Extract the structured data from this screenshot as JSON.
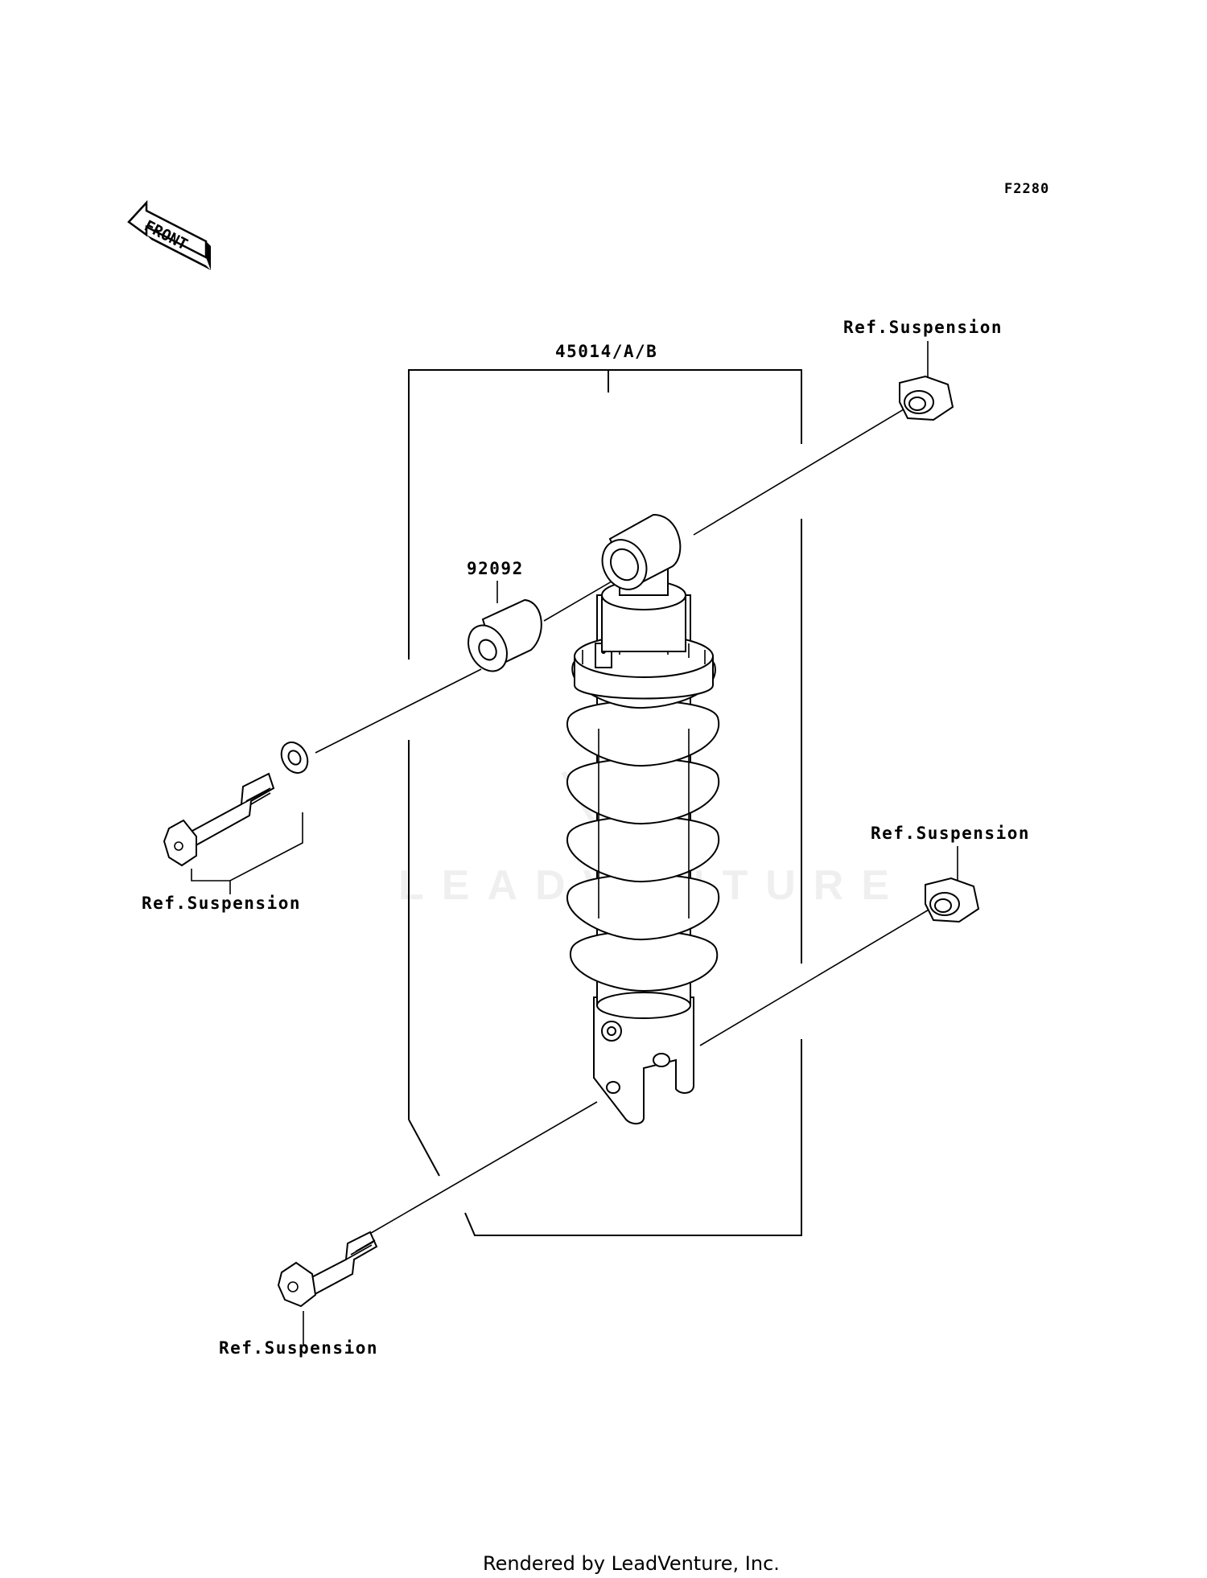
{
  "figure_number": "F2280",
  "front_indicator": "FRONT",
  "callouts": {
    "shock_absorber": "45014/A/B",
    "bushing": "92092",
    "upper_nut_ref": "Ref.Suspension",
    "lower_nut_ref": "Ref.Suspension",
    "upper_bolt_ref": "Ref.Suspension",
    "lower_bolt_ref": "Ref.Suspension"
  },
  "watermark": "LEADVENTURE",
  "footer": "Rendered by LeadVenture, Inc."
}
